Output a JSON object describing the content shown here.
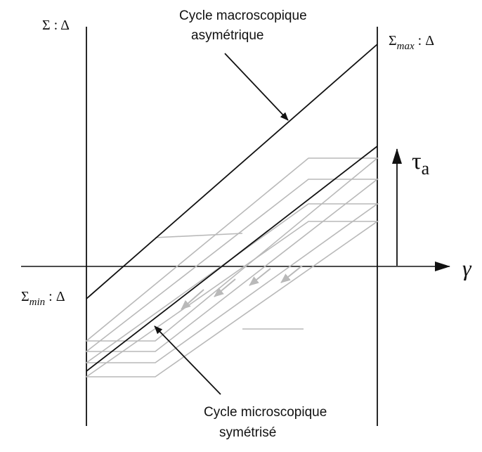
{
  "labels": {
    "y_axis": {
      "main": "Σ",
      "sep": " : ",
      "delta": "Δ"
    },
    "x_axis": "γ",
    "sigma_max": {
      "main": "Σ",
      "sub": "max",
      "sep": " : ",
      "delta": "Δ"
    },
    "sigma_min": {
      "main": "Σ",
      "sub": "min",
      "sep": " : ",
      "delta": "Δ"
    },
    "tau": {
      "main": "τ",
      "sub": "a"
    },
    "macro_line1": "Cycle macroscopique",
    "macro_line2": "asymétrique",
    "micro_line1": "Cycle microscopique",
    "micro_line2": "symétrisé"
  },
  "colors": {
    "ink": "#111111",
    "micro_cycles": "#b9b9b9"
  }
}
